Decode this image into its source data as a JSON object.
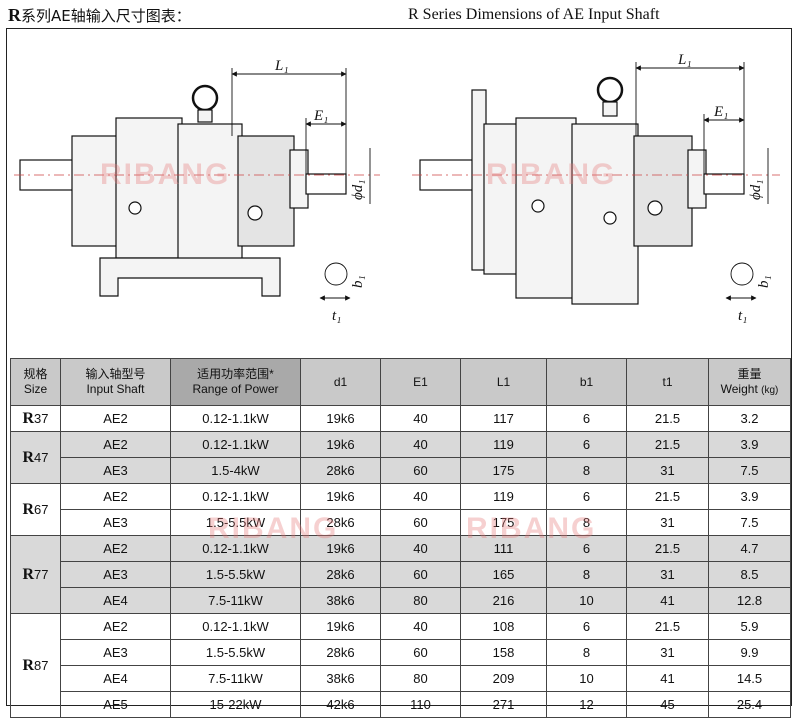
{
  "header": {
    "series_letter": "R",
    "title_cn": "系列AE轴输入尺寸图表：",
    "title_en": "R Series Dimensions of AE Input Shaft"
  },
  "watermark": "RIBANG",
  "drawing_labels": {
    "L1": "L₁",
    "E1": "E₁",
    "d1": "ϕd₁",
    "b1": "b₁",
    "t1": "t₁"
  },
  "table": {
    "headers": {
      "size_cn": "规格",
      "size_en": "Size",
      "shaft_cn": "输入轴型号",
      "shaft_en": "Input Shaft",
      "power_cn": "适用功率范围*",
      "power_en": "Range of Power",
      "d1": "d1",
      "e1": "E1",
      "l1": "L1",
      "b1": "b1",
      "t1": "t1",
      "weight_cn": "重量",
      "weight_unit": "(kg)",
      "weight_en": "Weight"
    },
    "groups": [
      {
        "letter": "R",
        "num": "37",
        "gray": false,
        "rows": [
          [
            "AE2",
            "0.12-1.1kW",
            "19k6",
            "40",
            "117",
            "6",
            "21.5",
            "3.2"
          ]
        ]
      },
      {
        "letter": "R",
        "num": "47",
        "gray": true,
        "rows": [
          [
            "AE2",
            "0.12-1.1kW",
            "19k6",
            "40",
            "119",
            "6",
            "21.5",
            "3.9"
          ],
          [
            "AE3",
            "1.5-4kW",
            "28k6",
            "60",
            "175",
            "8",
            "31",
            "7.5"
          ]
        ]
      },
      {
        "letter": "R",
        "num": "67",
        "gray": false,
        "rows": [
          [
            "AE2",
            "0.12-1.1kW",
            "19k6",
            "40",
            "119",
            "6",
            "21.5",
            "3.9"
          ],
          [
            "AE3",
            "1.5-5.5kW",
            "28k6",
            "60",
            "175",
            "8",
            "31",
            "7.5"
          ]
        ]
      },
      {
        "letter": "R",
        "num": "77",
        "gray": true,
        "rows": [
          [
            "AE2",
            "0.12-1.1kW",
            "19k6",
            "40",
            "111",
            "6",
            "21.5",
            "4.7"
          ],
          [
            "AE3",
            "1.5-5.5kW",
            "28k6",
            "60",
            "165",
            "8",
            "31",
            "8.5"
          ],
          [
            "AE4",
            "7.5-11kW",
            "38k6",
            "80",
            "216",
            "10",
            "41",
            "12.8"
          ]
        ]
      },
      {
        "letter": "R",
        "num": "87",
        "gray": false,
        "rows": [
          [
            "AE2",
            "0.12-1.1kW",
            "19k6",
            "40",
            "108",
            "6",
            "21.5",
            "5.9"
          ],
          [
            "AE3",
            "1.5-5.5kW",
            "28k6",
            "60",
            "158",
            "8",
            "31",
            "9.9"
          ],
          [
            "AE4",
            "7.5-11kW",
            "38k6",
            "80",
            "209",
            "10",
            "41",
            "14.5"
          ],
          [
            "AE5",
            "15-22kW",
            "42k6",
            "110",
            "271",
            "12",
            "45",
            "25.4"
          ]
        ]
      }
    ]
  }
}
